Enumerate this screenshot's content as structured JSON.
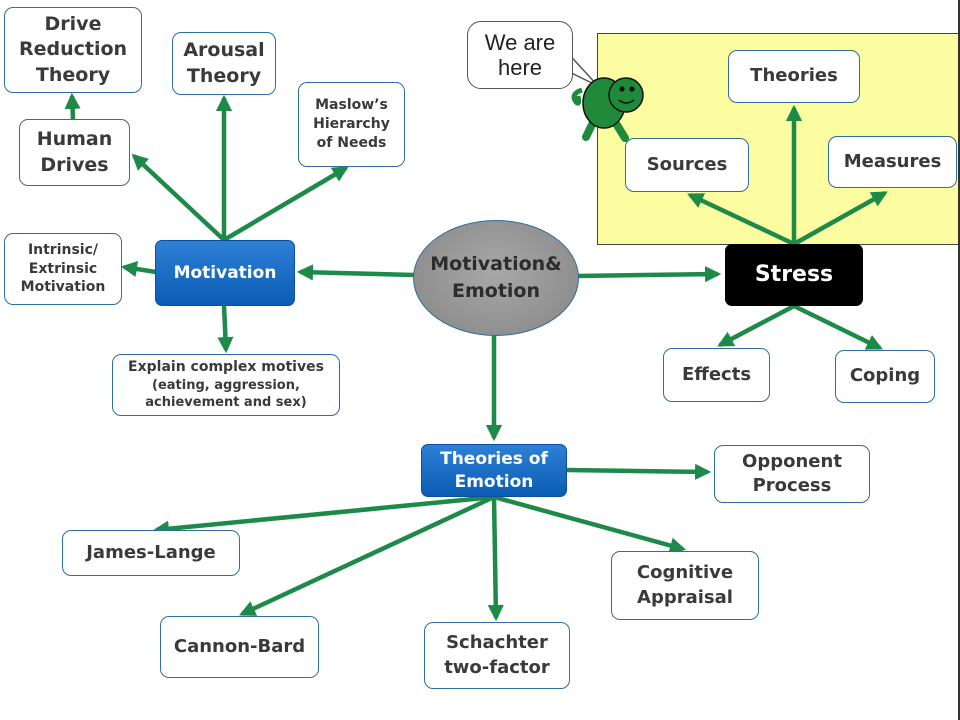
{
  "center": {
    "line1": "Motivation",
    "line2": "& Emotion"
  },
  "speech_bubble": {
    "line1": "We are",
    "line2": "here"
  },
  "motivation": {
    "label": "Motivation",
    "drive_reduction": {
      "line1": "Drive",
      "line2": "Reduction",
      "line3": "Theory"
    },
    "human_drives": {
      "line1": "Human",
      "line2": "Drives"
    },
    "arousal": {
      "line1": "Arousal",
      "line2": "Theory"
    },
    "maslow": {
      "line1": "Maslow’s",
      "line2": "Hierarchy",
      "line3": "of Needs"
    },
    "intrinsic": {
      "line1": "Intrinsic/",
      "line2": "Extrinsic",
      "line3": "Motivation"
    },
    "complex_motives": {
      "line1": "Explain complex motives",
      "line2": "(eating, aggression,",
      "line3": "achievement and sex)"
    }
  },
  "stress": {
    "label": "Stress",
    "theories": "Theories",
    "sources": "Sources",
    "measures": "Measures",
    "effects": "Effects",
    "coping": "Coping"
  },
  "emotion": {
    "label": {
      "line1": "Theories of",
      "line2": "Emotion"
    },
    "opponent": {
      "line1": "Opponent",
      "line2": "Process"
    },
    "james_lange": "James-Lange",
    "cognitive": {
      "line1": "Cognitive",
      "line2": "Appraisal"
    },
    "cannon_bard": "Cannon-Bard",
    "schachter": {
      "line1": "Schachter",
      "line2": "two-factor"
    }
  },
  "colors": {
    "arrow": "#1e8a4a",
    "panel": "#fcfca0",
    "blue": "#0b5db3",
    "turtle": "#1e8a3a"
  }
}
